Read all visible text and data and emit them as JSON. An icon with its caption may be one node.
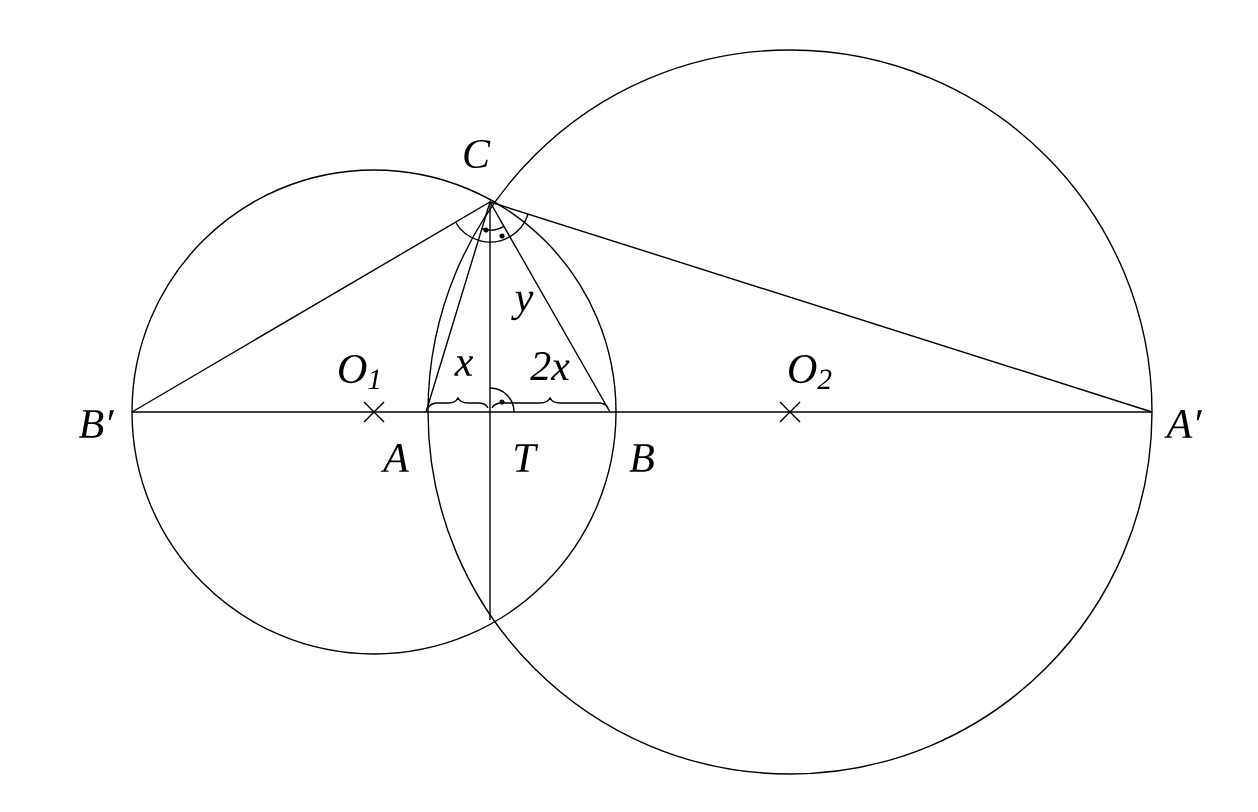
{
  "diagram": {
    "labels": [
      "C",
      "y",
      "O$_{1}$",
      "x",
      "2x",
      "O$_{2}$",
      "B′",
      "A",
      "T",
      "B",
      "A′"
    ]
  }
}
